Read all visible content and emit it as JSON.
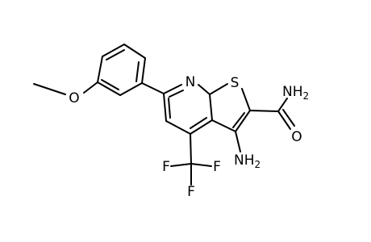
{
  "molecule": {
    "atoms": {
      "N": "N",
      "S": "S",
      "O_methoxy": "O",
      "O_amide": "O",
      "NH2_amide": "NH",
      "NH2_amide_sub": "2",
      "NH2_amine": "NH",
      "NH2_amine_sub": "2",
      "F_left": "F",
      "F_right": "F",
      "F_bottom": "F"
    }
  }
}
